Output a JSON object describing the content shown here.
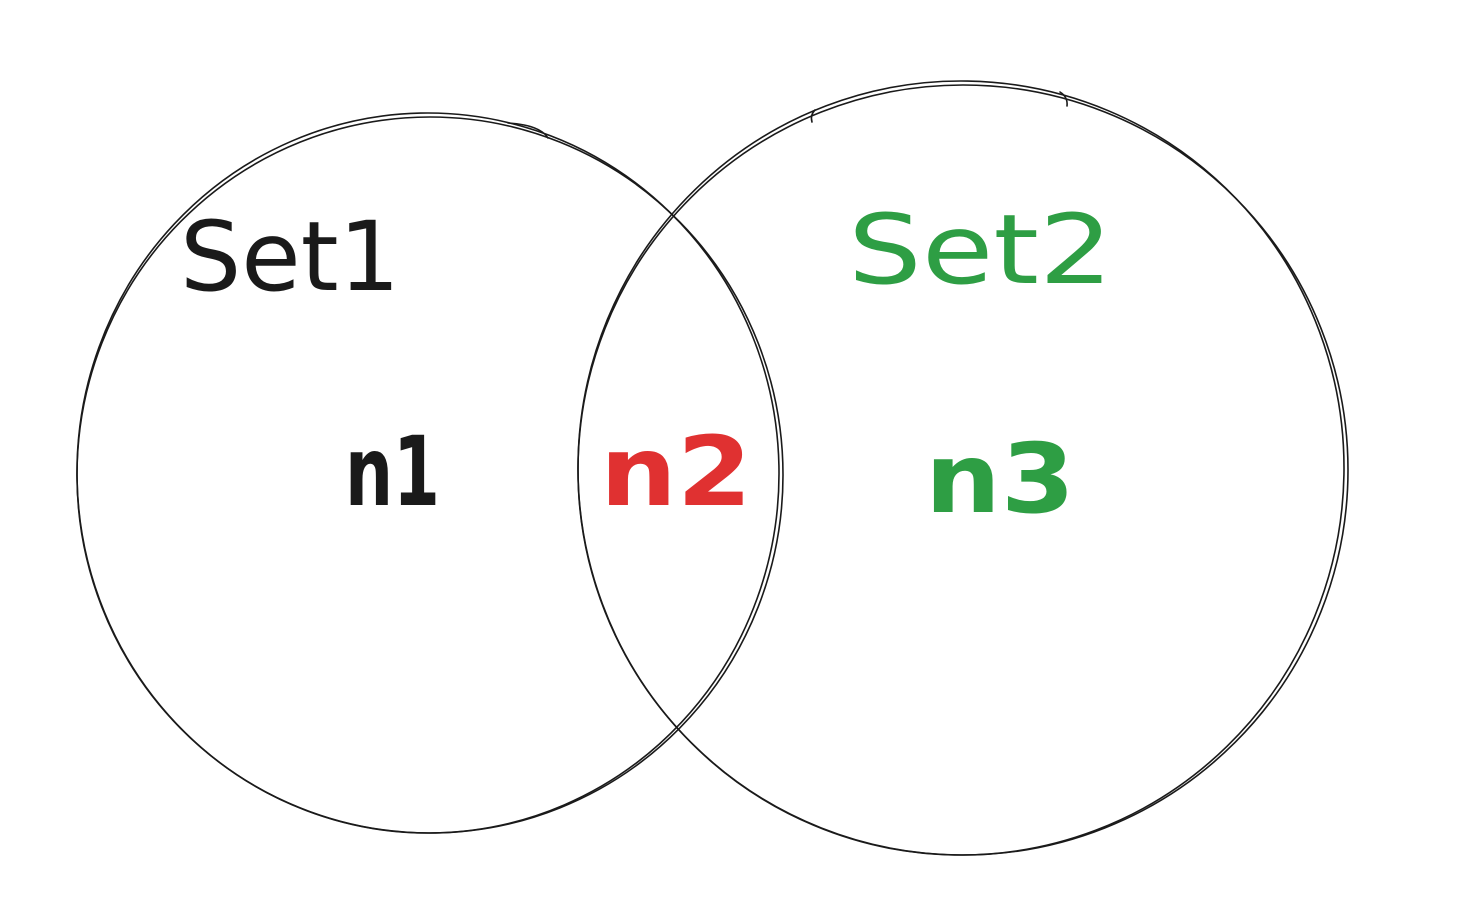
{
  "diagram": {
    "type": "venn",
    "sets": [
      {
        "label": "Set1",
        "color": "#1a1a1a"
      },
      {
        "label": "Set2",
        "color": "#2e9e44"
      }
    ],
    "regions": [
      {
        "label": "n1",
        "color": "#1a1a1a"
      },
      {
        "label": "n2",
        "color": "#e03131"
      },
      {
        "label": "n3",
        "color": "#2e9e44"
      }
    ],
    "outline_color": "#1a1a1a"
  }
}
